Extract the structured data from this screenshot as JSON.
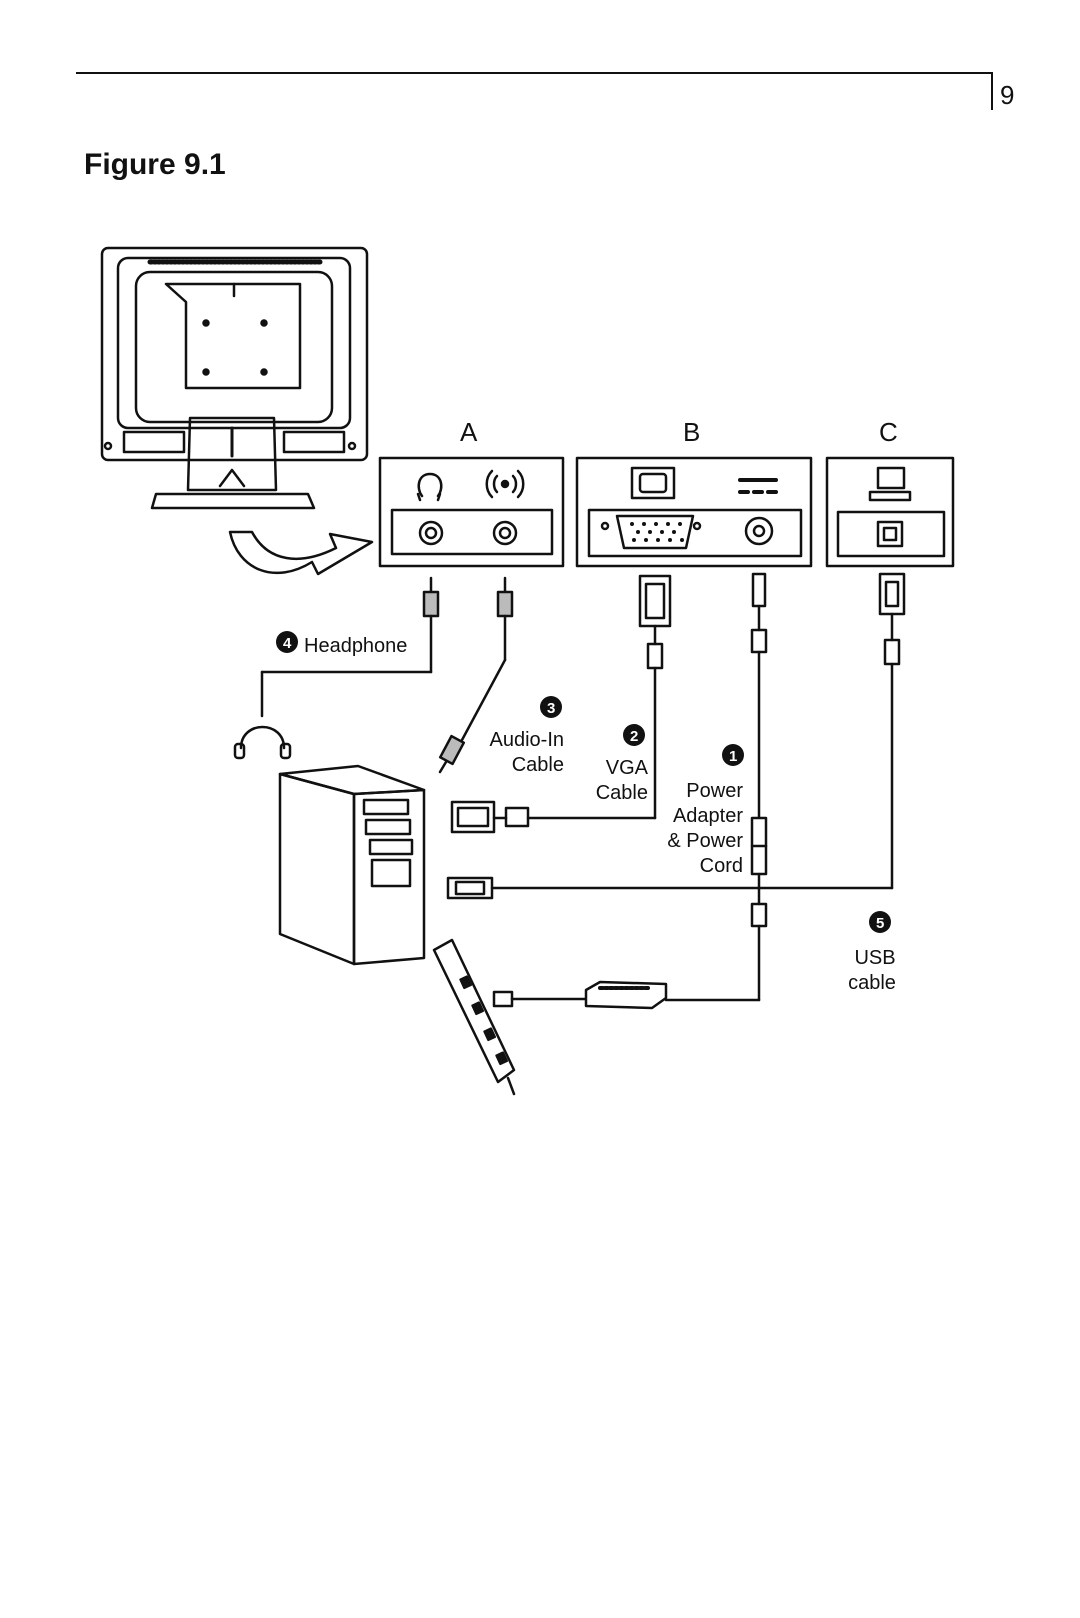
{
  "page": {
    "number": "9",
    "figure_title": "Figure 9.1"
  },
  "panels": [
    {
      "id": "A",
      "label": "A"
    },
    {
      "id": "B",
      "label": "B"
    },
    {
      "id": "C",
      "label": "C"
    }
  ],
  "callouts": {
    "power": {
      "number": "1",
      "lines": [
        "Power",
        "Adapter",
        "& Power",
        "Cord"
      ]
    },
    "vga": {
      "number": "2",
      "lines": [
        "VGA",
        "Cable"
      ]
    },
    "audio": {
      "number": "3",
      "lines": [
        "Audio-In",
        "Cable"
      ]
    },
    "headphone": {
      "number": "4",
      "text": "Headphone"
    },
    "usb": {
      "number": "5",
      "lines": [
        "USB",
        "cable"
      ]
    }
  },
  "icons": [
    "monitor-back-icon",
    "arrow-icon",
    "headphone-jack-icon",
    "audio-in-icon",
    "vga-port-icon",
    "dc-power-icon",
    "usb-computer-icon",
    "headphones-icon",
    "pc-tower-icon",
    "power-strip-icon",
    "power-adapter-icon"
  ]
}
